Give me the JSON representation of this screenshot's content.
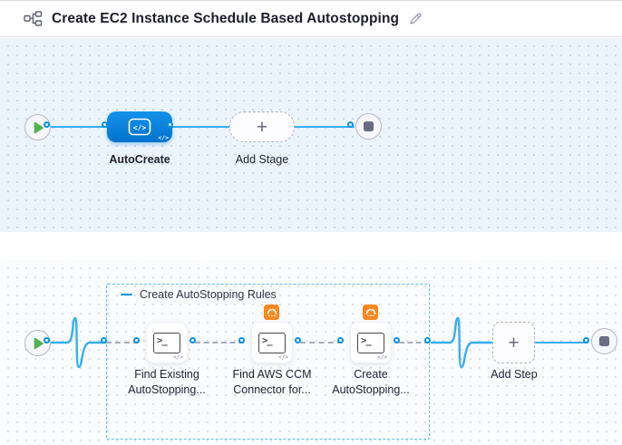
{
  "header": {
    "title": "Create EC2 Instance Schedule Based Autostopping"
  },
  "icons": {
    "pipeline": "pipeline-graph-icon",
    "edit": "edit-pencil-icon",
    "play": "play-icon",
    "stop": "stop-icon",
    "custom_stage": "custom-stage-code-icon",
    "terminal": "terminal-icon",
    "ccm_badge": "aws-ccm-gauge-icon",
    "collapse": "minus-icon",
    "plus": "+",
    "terminal_glyph": ">_",
    "code_glyph": "</>"
  },
  "colors": {
    "edge_blue": "#35AFF2",
    "port_blue": "#0092E4",
    "stage_node_blue": "#0278D5",
    "badge_orange": "#F8881F",
    "play_green": "#55B152",
    "stop_gray": "#6A6C83",
    "canvas_top_bg": "#ECF4FB",
    "canvas_bottom_bg": "#FBFCFE",
    "group_border_blue": "#57C2F7",
    "text_dark": "#1F2030"
  },
  "stage_pipeline": {
    "stage_label": "AutoCreate",
    "add_stage_label": "Add Stage"
  },
  "step_pipeline": {
    "group_label": "Create AutoStopping Rules",
    "steps": [
      {
        "line1": "Find Existing",
        "line2": "AutoStopping..."
      },
      {
        "line1": "Find AWS CCM",
        "line2": "Connector for..."
      },
      {
        "line1": "Create",
        "line2": "AutoStopping..."
      }
    ],
    "add_step_label": "Add Step"
  }
}
